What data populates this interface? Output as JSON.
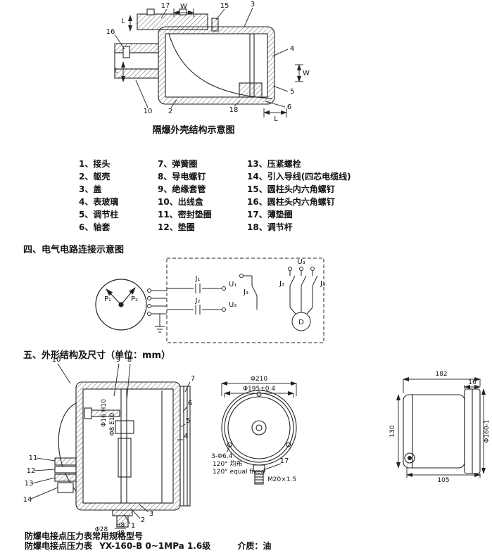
{
  "fig1": {
    "title": "隔爆外壳结构示意图",
    "callouts": {
      "n17": "17",
      "n15": "15",
      "n3": "3",
      "n16": "16",
      "n4": "4",
      "n5": "5",
      "n6": "6",
      "n10": "10",
      "n2": "2",
      "n18": "18",
      "w": "W",
      "l": "L"
    }
  },
  "parts": {
    "col1": [
      "1、接头",
      "2、躯壳",
      "3、盖",
      "4、表玻璃",
      "5、调节柱",
      "6、轴套"
    ],
    "col2": [
      "7、弹簧圈",
      "8、导电螺钉",
      "9、绝缘套管",
      "10、出线盒",
      "11、密封垫圈",
      "12、垫圈"
    ],
    "col3": [
      "13、压紧螺栓",
      "14、引入导线(四芯电缆线)",
      "15、圆柱头内六角螺钉",
      "16、圆柱头内六角螺钉",
      "17、薄垫圈",
      "18、调节杆"
    ]
  },
  "sec4": {
    "heading": "四、电气电路连接示意图",
    "labels": {
      "p1": "P₁",
      "p2": "P₂",
      "j1": "J₁",
      "j2": "J₂",
      "j3": "J₃",
      "u1": "U₁",
      "u2": "U₂",
      "u3": "U₃",
      "d": "D"
    }
  },
  "sec5": {
    "heading": "五、外形结构及尺寸（单位：mm）",
    "left": {
      "c10": "10",
      "c9": "9",
      "c8": "8",
      "c7": "7",
      "c6": "6",
      "c5": "5",
      "c4": "4",
      "c3": "3",
      "c2": "2",
      "c1": "1",
      "c11": "11",
      "c12": "12",
      "c13": "13",
      "c14": "14",
      "dimA": "Φ16 H10",
      "dimB": "Φ8 E10",
      "dimC": "Φ28",
      "dimCtop": "H8",
      "dimCbot": "d8"
    },
    "mid": {
      "d210": "Φ210",
      "d195": "Φ195±0.4",
      "holes1": "3-Φ6.4",
      "holes2": "120° 均布",
      "holes3": "120° equal fixed",
      "thread": "M20×1.5",
      "c17": "17"
    },
    "right": {
      "w182": "182",
      "w16": "16",
      "h130": "130",
      "d160": "Φ160-1",
      "w105": "105"
    }
  },
  "footer": {
    "line1": "防爆电接点压力表常用规格型号",
    "name": "防爆电接点压力表",
    "model": "YX-160-B 0~1MPa 1.6级",
    "medium": "介质：油"
  }
}
